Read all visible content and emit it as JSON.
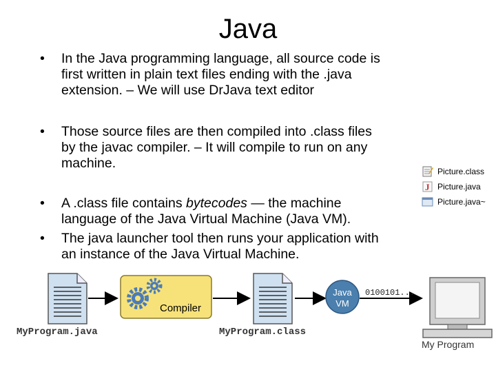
{
  "slide": {
    "title": "Java",
    "bullet_char": "•",
    "bullets": [
      {
        "line1": "In the Java programming language, all source code is",
        "line2": "first written in plain text files ending with the .java",
        "line3": "extension. – We will use DrJava text editor"
      },
      {
        "line1": "Those source files are then compiled into .class files",
        "line2": "by the javac compiler. – It will compile to run on any",
        "line3": "machine."
      },
      {
        "line1_pre": "A .class file contains ",
        "line1_em": "bytecodes",
        "line1_post": " — the machine",
        "line2": "language of the Java Virtual Machine (Java VM)."
      },
      {
        "line1": " The java launcher tool then runs your application with",
        "line2": "an instance of the Java Virtual Machine."
      }
    ]
  },
  "file_list": [
    {
      "name": "Picture.class",
      "icon": "class-file-icon"
    },
    {
      "name": "Picture.java",
      "icon": "java-file-icon"
    },
    {
      "name": "Picture.java~",
      "icon": "backup-file-icon"
    }
  ],
  "diagram": {
    "source_label": "MyProgram.java",
    "compiler_label": "Compiler",
    "class_label": "MyProgram.class",
    "vm_label_1": "Java",
    "vm_label_2": "VM",
    "binary_text": "0100101...",
    "computer_label": "My Program",
    "colors": {
      "compiler_fill": "#f7e27a",
      "vm_fill": "#4a7fae",
      "doc_fill": "#cfe0f0",
      "gear": "#4b7cb8"
    }
  }
}
